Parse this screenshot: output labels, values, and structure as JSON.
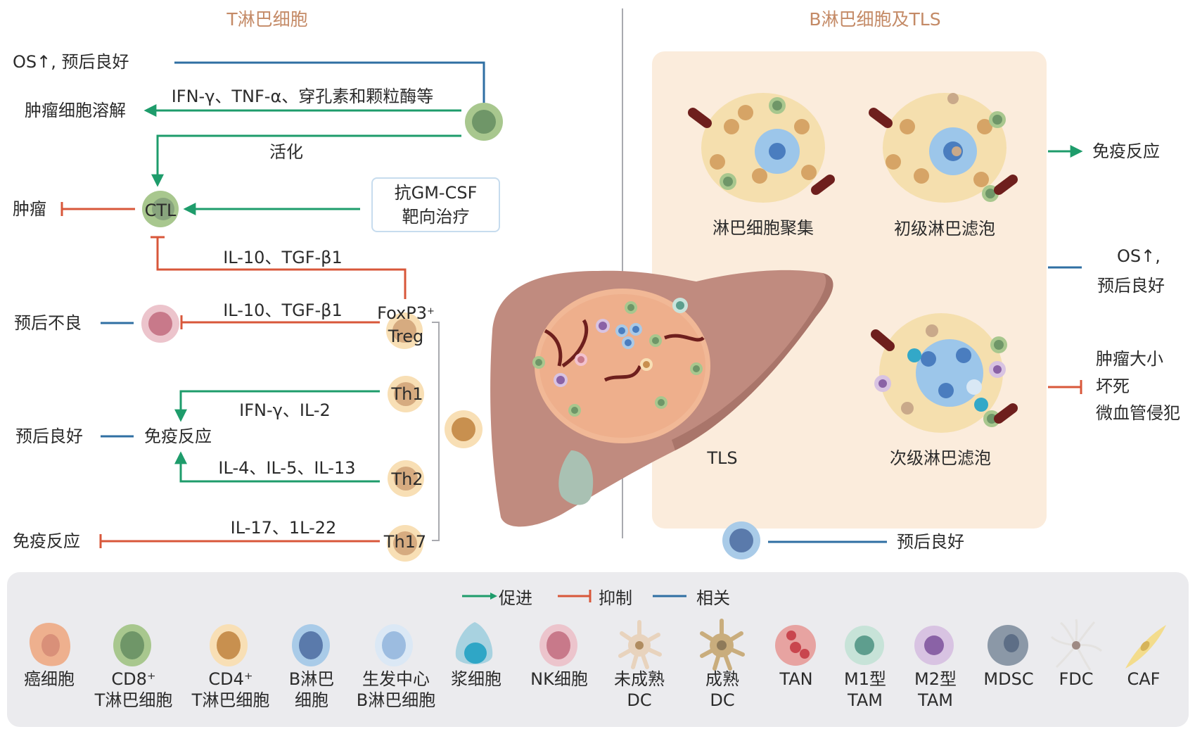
{
  "titles": {
    "left": "T淋巴细胞",
    "right": "B淋巴细胞及TLS"
  },
  "colors": {
    "promote": "#1e9c6b",
    "inhibit": "#d8573a",
    "correlate": "#2f6fa3",
    "title": "#c48a66",
    "tls_panel": "#fbecdc",
    "legend_bg": "#ebebee"
  },
  "t_cell_panel": {
    "os_label": "OS↑, 预后良好",
    "tumor_lysis_label": "肿瘤细胞溶解",
    "cd8_effector_label": "IFN-γ、TNF-α、穿孔素和颗粒酶等",
    "activate_label": "活化",
    "ctl_label": "CTL",
    "ctl_target_label": "肿瘤",
    "gmcsf_box": [
      "抗GM-CSF",
      "靶向治疗"
    ],
    "treg_to_ctl_label": "IL-10、TGF-β1",
    "treg_to_nk_label": "IL-10、TGF-β1",
    "nk_outcome_label": "预后不良",
    "treg_label_line1": "FoxP3",
    "treg_label_sup": "+",
    "treg_label_line2": "Treg",
    "th1_label": "Th1",
    "th1_cytokines": "IFN-γ、IL-2",
    "immune_response_label": "免疫反应",
    "immune_outcome_label": "预后良好",
    "th2_label": "Th2",
    "th2_cytokines": "IL-4、IL-5、IL-13",
    "th17_label": "Th17",
    "th17_cytokines": "IL-17、1L-22",
    "th17_target_label": "免疫反应"
  },
  "b_cell_panel": {
    "stages": [
      {
        "label": "淋巴细胞聚集"
      },
      {
        "label": "初级淋巴滤泡"
      },
      {
        "label": "次级淋巴滤泡"
      }
    ],
    "tls_label": "TLS",
    "outcomes": {
      "promote": "免疫反应",
      "correlate_line1": "OS↑,",
      "correlate_line2": "预后良好",
      "inhibit": [
        "肿瘤大小",
        "坏死",
        "微血管侵犯"
      ]
    },
    "b_cell_outcome": "预后良好"
  },
  "legend": {
    "keys": [
      {
        "type": "promote",
        "label": "促进"
      },
      {
        "type": "inhibit",
        "label": "抑制"
      },
      {
        "type": "correlate",
        "label": "相关"
      }
    ],
    "cells": [
      {
        "icon": "cancer-cell-icon",
        "line1": "癌细胞",
        "line2": ""
      },
      {
        "icon": "cd8-t-cell-icon",
        "line1": "CD8⁺",
        "line2": "T淋巴细胞"
      },
      {
        "icon": "cd4-t-cell-icon",
        "line1": "CD4⁺",
        "line2": "T淋巴细胞"
      },
      {
        "icon": "b-cell-icon",
        "line1": "B淋巴",
        "line2": "细胞"
      },
      {
        "icon": "germinal-center-b-cell-icon",
        "line1": "生发中心",
        "line2": "B淋巴细胞"
      },
      {
        "icon": "plasma-cell-icon",
        "line1": "浆细胞",
        "line2": ""
      },
      {
        "icon": "nk-cell-icon",
        "line1": "NK细胞",
        "line2": ""
      },
      {
        "icon": "immature-dc-icon",
        "line1": "未成熟",
        "line2": "DC"
      },
      {
        "icon": "mature-dc-icon",
        "line1": "成熟",
        "line2": "DC"
      },
      {
        "icon": "tan-icon",
        "line1": "TAN",
        "line2": ""
      },
      {
        "icon": "m1-tam-icon",
        "line1": "M1型",
        "line2": "TAM"
      },
      {
        "icon": "m2-tam-icon",
        "line1": "M2型",
        "line2": "TAM"
      },
      {
        "icon": "mdsc-icon",
        "line1": "MDSC",
        "line2": ""
      },
      {
        "icon": "fdc-icon",
        "line1": "FDC",
        "line2": ""
      },
      {
        "icon": "caf-icon",
        "line1": "CAF",
        "line2": ""
      }
    ]
  }
}
